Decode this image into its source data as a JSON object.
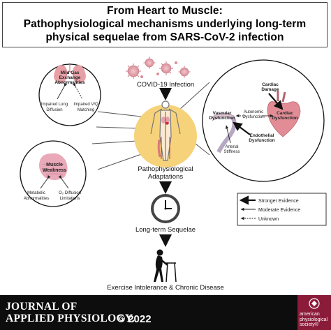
{
  "title": {
    "line1": "From Heart to Muscle:",
    "line2": "Pathophysiological mechanisms underlying long-term",
    "line3": "physical sequelae from SARS-CoV-2 infection"
  },
  "center": {
    "covid_label": "COVID-19 Infection",
    "adaptations_line1": "Pathophysiological",
    "adaptations_line2": "Adaptations",
    "sequelae_label": "Long-term Sequelae",
    "outcome_label": "Exercise Intolerance & Chronic Disease"
  },
  "lung_panel": {
    "heading_line1": "Mild Gas",
    "heading_line2": "Exchange",
    "heading_line3": "Abnormalities",
    "left_line1": "Impaired Lung",
    "left_line2": "Diffusion",
    "right_line1": "Impaired V/Q",
    "right_line2": "Matching"
  },
  "muscle_panel": {
    "heading_line1": "Muscle",
    "heading_line2": "Weakness",
    "left_line1": "Metabolic",
    "left_line2": "Abnormalities",
    "right_line1": "O₂ Diffusion",
    "right_line2": "Limitations"
  },
  "cardio_panel": {
    "cardiac_damage_line1": "Cardiac",
    "cardiac_damage_line2": "Damage",
    "vascular_line1": "Vascular",
    "vascular_line2": "Dysfunction",
    "autonomic_line1": "Autonomic",
    "autonomic_line2": "Dysfunction",
    "cardiac_dys_line1": "Cardiac",
    "cardiac_dys_line2": "Dysfunction",
    "endothelial_line1": "Endothelial",
    "endothelial_line2": "Dysfunction",
    "arterial_line1": "Arterial",
    "arterial_line2": "Stiffness"
  },
  "legend": {
    "stronger": "Stronger Evidence",
    "moderate": "Moderate Evidence",
    "unknown": "Unknown"
  },
  "footer": {
    "journal_line1": "JOURNAL OF",
    "journal_line2": "APPLIED PHYSIOLOGY.",
    "copyright": "© 2022",
    "society_line1": "american",
    "society_line2": "physiological",
    "society_line3": "society®"
  },
  "colors": {
    "adaptation_circle": "#f6d27a",
    "lung_red": "#e6a0a6",
    "muscle_pink": "#e9a9b8",
    "virus": "#e5a5ae",
    "footer_bg": "#0d0d0d",
    "aps_bg": "#8a1c3a"
  }
}
